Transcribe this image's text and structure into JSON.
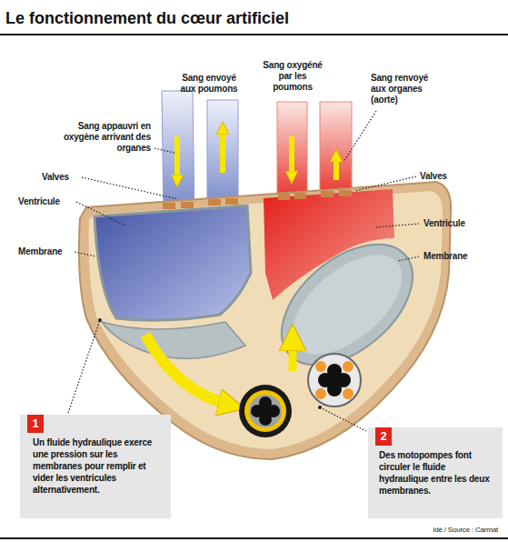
{
  "diagram": {
    "title": "Le fonctionnement du cœur artificiel",
    "nodes": [
      {
        "text": [
          "1",
          "Un fluide hydraulique exerce une pression sur les membranes pour remplir et vider les ventricules alternativement."
        ]
      },
      {
        "text": [
          "2",
          "Des motopompes font circuler le fluide hydraulique entre les deux membranes."
        ]
      }
    ],
    "labels": [
      "Sang envoyé aux poumons",
      "Sang oxygéné par les poumons",
      "Sang renvoyé aux organes (aorte)",
      "Sang appauvri en oxygène arrivant des organes",
      "Valves",
      "Ventricule",
      "Membrane",
      "Valves",
      "Ventricule",
      "Membrane",
      "idé / Source : Carmat"
    ]
  }
}
